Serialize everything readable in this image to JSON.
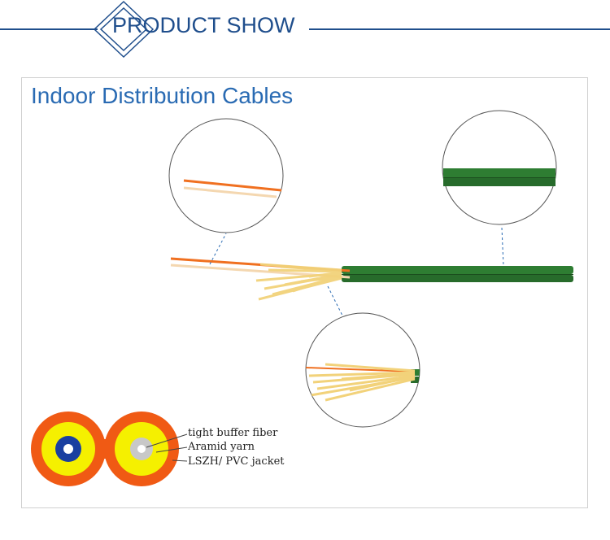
{
  "header": {
    "title": "PRODUCT SHOW",
    "accent_color": "#1f4e8c"
  },
  "panel": {
    "title": "Indoor Distribution Cables",
    "title_color": "#2a6bb3"
  },
  "legend": {
    "items": [
      {
        "label": "tight buffer fiber"
      },
      {
        "label": "Aramid yarn"
      },
      {
        "label": "LSZH/ PVC jacket"
      }
    ]
  },
  "colors": {
    "jacket_green": "#2e7d32",
    "buffer_orange": "#f07020",
    "aramid_yellow": "#f2d27a",
    "cross_section_outer": "#f05a14",
    "cross_section_yellow": "#f5f000",
    "core_blue": "#1a3fa0",
    "core_grey": "#c8c8c8"
  }
}
